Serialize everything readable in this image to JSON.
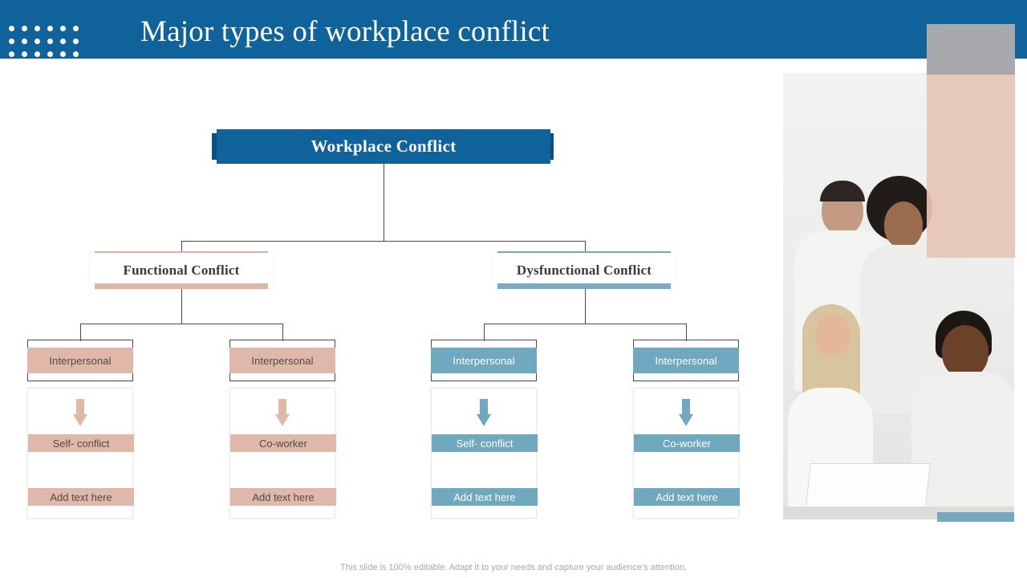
{
  "header": {
    "title": "Major types of workplace conflict",
    "bar_color": "#10629b",
    "dot_count": 18
  },
  "tree": {
    "root": {
      "label": "Workplace Conflict"
    },
    "branches": [
      {
        "label": "Functional Conflict",
        "accent": "#dcb5a6",
        "theme": "pink"
      },
      {
        "label": "Dysfunctional Conflict",
        "accent": "#79acc2",
        "theme": "teal"
      }
    ],
    "leaves": [
      {
        "chip": "Interpersonal",
        "bar1": "Self- conflict",
        "bar2": "Add text here",
        "theme": "pink",
        "color": "#dfb8a9"
      },
      {
        "chip": "Interpersonal",
        "bar1": "Co-worker",
        "bar2": "Add text here",
        "theme": "pink",
        "color": "#dfb8a9"
      },
      {
        "chip": "Interpersonal",
        "bar1": "Self- conflict",
        "bar2": "Add text here",
        "theme": "teal",
        "color": "#6fa8bf"
      },
      {
        "chip": "Interpersonal",
        "bar1": "Co-worker",
        "bar2": "Add text here",
        "theme": "teal",
        "color": "#6fa8bf"
      }
    ]
  },
  "decor": {
    "block_gray": "#a7a9ac",
    "block_blush": "#e5c5b6",
    "block_teal": "#74a9c0"
  },
  "footer": {
    "note": "This slide is 100% editable. Adapt it to your needs and capture your audience's attention."
  }
}
